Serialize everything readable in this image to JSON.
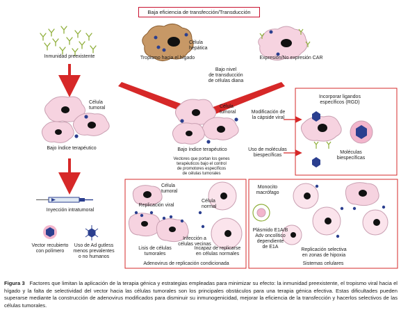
{
  "title": "Baja eficiencia de transfección/Transducción",
  "labels": {
    "immunity": "Inmunidad preexistente",
    "liver_cell": "Célula\nhepática",
    "liver_tropism": "Tropismo hacia el hígado",
    "car": "Expresión/No expresión CAR",
    "low_transduction": "Bajo nivel\nde transducción\nde células diana",
    "tumor_cell_1": "Célula\ntumoral",
    "low_index_1": "Bajo índice terapéutico",
    "tumor_cell_2": "Célula\ntumoral",
    "low_index_2": "Bajo índice terapéutico",
    "vectors_genes": "Vectores que portan los genes\nterapéuticos bajo el control\nde promotores específicos\nde células tumorales",
    "capsid_mod": "Modificación de\nla cápside viral",
    "bispecific_use": "Uso de moléculas\nbiespecíficas",
    "ligands": "Incorporar ligandos\nespecíficos (RGD)",
    "bispecific_molecules": "Moléculas\nbiespecíficas",
    "intratumoral": "Inyección intratumoral",
    "polymer_vector": "Vector recubierto\ncon polímero",
    "gutless": "Uso de Ad gutless\nmenos prevalentes\no no humanos",
    "tumor_cell_3": "Célula\ntumoral",
    "viral_replication": "Replicación viral",
    "normal_cell": "Célula\nnormal",
    "lysis": "Lisis de células\ntumorales",
    "infection": "Infección a\ncélulas vecinas",
    "no_replication": "Incapaz de replicarse\nen células normales",
    "conditional_ad": "Adenovirus de replicación condicionada",
    "monocyte": "Monocito\nmacrófago",
    "plasmid": "Plásmido E1A/B\nAdv oncolítico\ndependiente\nde E1A",
    "hypoxia": "Replicación selectiva\nen zonas de hipoxia",
    "cellular_systems": "Sistemas celulares"
  },
  "caption": {
    "prefix": "Figura 3",
    "text": "Factores que limitan la aplicación de la terapia génica y estrategias empleadas para minimizar su efecto: la inmunidad preexistente, el tropismo viral hacia el hígado y la falta de selectividad del vector hacia las células tumorales son los principales obstáculos para una terapia génica efectiva. Estas dificultades pueden superarse mediante la construcción de adenovirus modificados para disminuir su inmunogenicidad, mejorar la eficiencia de la transfección y hacerlos selectivos de las células tumorales."
  },
  "colors": {
    "accent_red": "#d62828",
    "cell_pink": "#f6d3e0",
    "cell_stroke": "#c9a0b2",
    "virus_blue": "#2b3f8f",
    "antibody_green": "#8fae3a",
    "liver_brown": "#b98a5a"
  }
}
